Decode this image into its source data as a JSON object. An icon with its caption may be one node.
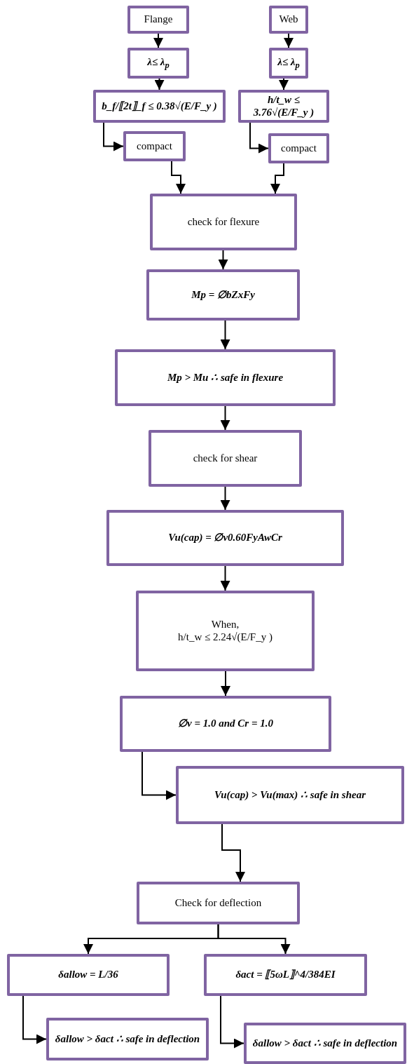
{
  "diagram": {
    "nodes": [
      {
        "text": [
          "Flange"
        ]
      },
      {
        "text": [
          "λ≤ λ$_{p}$"
        ]
      },
      {
        "text": [
          "b_f/⟦2t⟧_f ≤ 0.38√(E/F_y )"
        ]
      },
      {
        "text": [
          "compact"
        ]
      },
      {
        "text": [
          "Web"
        ]
      },
      {
        "text": [
          "λ≤ λ$_{p}$"
        ]
      },
      {
        "text": [
          "h/t_w ≤ 3.76√(E/F_y )"
        ]
      },
      {
        "text": [
          "compact"
        ]
      },
      {
        "text": [
          "check for flexure"
        ]
      },
      {
        "text": [
          "Mp = ∅bZxFy"
        ]
      },
      {
        "text": [
          "Mp > Mu ∴ safe in flexure"
        ]
      },
      {
        "text": [
          "check for shear"
        ]
      },
      {
        "text": [
          "Vu(cap) = ∅v0.60FyAwCr"
        ]
      },
      {
        "text": [
          "When,",
          "h/t_w ≤ 2.24√(E/F_y )"
        ]
      },
      {
        "text": [
          "∅v = 1.0 and Cr = 1.0"
        ]
      },
      {
        "text": [
          "Vu(cap) > Vu(max) ∴ safe in shear"
        ]
      },
      {
        "text": [
          "Check for deflection"
        ]
      },
      {
        "text": [
          "δallow = L/36"
        ]
      },
      {
        "text": [
          "δact = ⟦5ωL⟧^4/384EI"
        ]
      },
      {
        "text": [
          "δallow > δact ∴ safe in deflection"
        ]
      },
      {
        "text": [
          "δallow > δact ∴ safe in deflection"
        ]
      }
    ],
    "edges": [
      {
        "from": 0,
        "to": 1,
        "arrow": "to"
      },
      {
        "from": 1,
        "to": 2,
        "arrow": "to"
      },
      {
        "from": 2,
        "to": 3,
        "arrow": "to"
      },
      {
        "from": 4,
        "to": 5,
        "arrow": "to"
      },
      {
        "from": 5,
        "to": 6,
        "arrow": "to"
      },
      {
        "from": 6,
        "to": 7,
        "arrow": "to"
      },
      {
        "from": 3,
        "to": 8,
        "arrow": "to"
      },
      {
        "from": 7,
        "to": 8,
        "arrow": "to"
      },
      {
        "from": 8,
        "to": 9,
        "arrow": "to"
      },
      {
        "from": 9,
        "to": 10,
        "arrow": "to"
      },
      {
        "from": 10,
        "to": 11,
        "arrow": "to"
      },
      {
        "from": 11,
        "to": 12,
        "arrow": "to"
      },
      {
        "from": 12,
        "to": 13,
        "arrow": "to"
      },
      {
        "from": 13,
        "to": 14,
        "arrow": "to"
      },
      {
        "from": 14,
        "to": 15,
        "arrow": "to"
      },
      {
        "from": 15,
        "to": 16,
        "arrow": "to"
      },
      {
        "from": 16,
        "to": 17,
        "arrow": "to"
      },
      {
        "from": 16,
        "to": 18,
        "arrow": "to"
      },
      {
        "from": 17,
        "to": 19,
        "arrow": "to"
      },
      {
        "from": 18,
        "to": 20,
        "arrow": "to"
      }
    ]
  }
}
